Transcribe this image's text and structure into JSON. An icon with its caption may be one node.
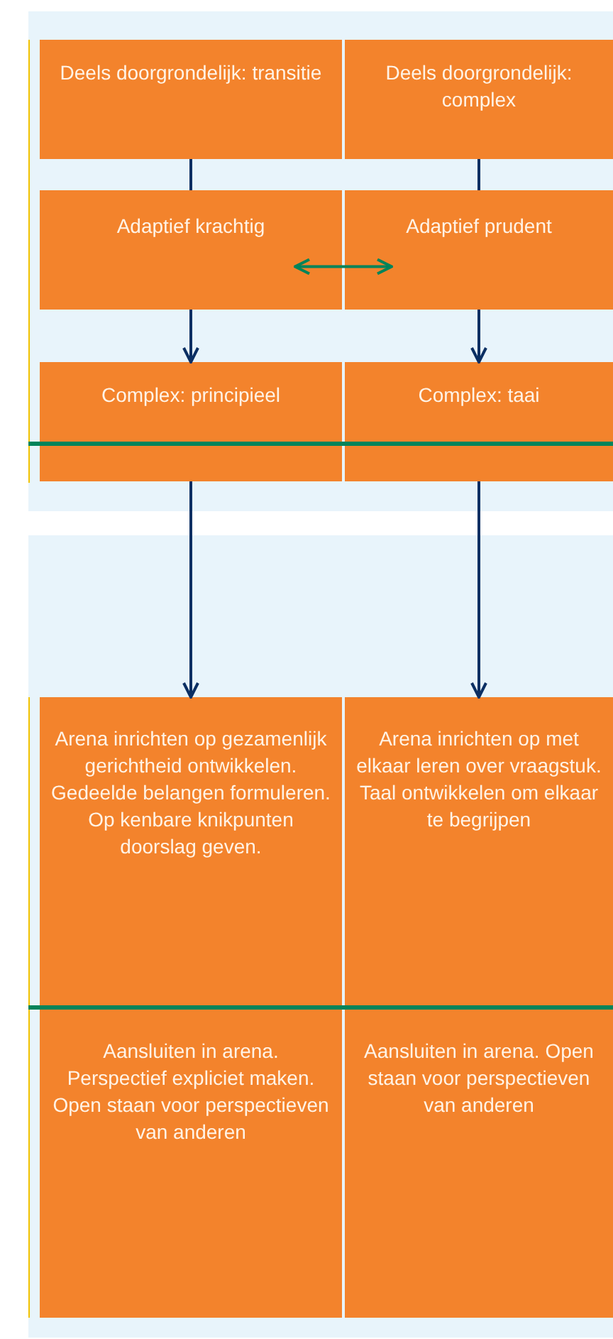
{
  "diagram": {
    "nodes": [
      {
        "text": [
          "Deels doorgrondelijk: transitie"
        ]
      },
      {
        "text": [
          "Deels doorgrondelijk: complex"
        ]
      },
      {
        "text": [
          "Adaptief krachtig"
        ]
      },
      {
        "text": [
          "Adaptief prudent"
        ]
      },
      {
        "text": [
          "Complex: principieel"
        ]
      },
      {
        "text": [
          "Complex: taai"
        ]
      },
      {
        "text": [
          "Arena inrichten op gezamenlijk gerichtheid ontwikkelen. Gedeelde belangen formuleren. Op kenbare knikpunten doorslag geven."
        ]
      },
      {
        "text": [
          "Arena inrichten op met elkaar leren over vraagstuk. Taal ontwikkelen om elkaar te begrijpen"
        ]
      },
      {
        "text": [
          "Aansluiten in arena. Perspectief expliciet maken. Open staan voor perspectieven van anderen"
        ]
      },
      {
        "text": [
          "Aansluiten in arena. Open staan voor perspectieven van anderen"
        ]
      }
    ],
    "edges": [
      {
        "from": 0,
        "to": 2,
        "arrow": "none"
      },
      {
        "from": 1,
        "to": 3,
        "arrow": "none"
      },
      {
        "from": 2,
        "to": 3,
        "arrow": "both",
        "color": "#00845a"
      },
      {
        "from": 2,
        "to": 4,
        "arrow": "to"
      },
      {
        "from": 3,
        "to": 5,
        "arrow": "to"
      },
      {
        "from": 4,
        "to": 6,
        "arrow": "to"
      },
      {
        "from": 5,
        "to": 7,
        "arrow": "to"
      }
    ]
  }
}
